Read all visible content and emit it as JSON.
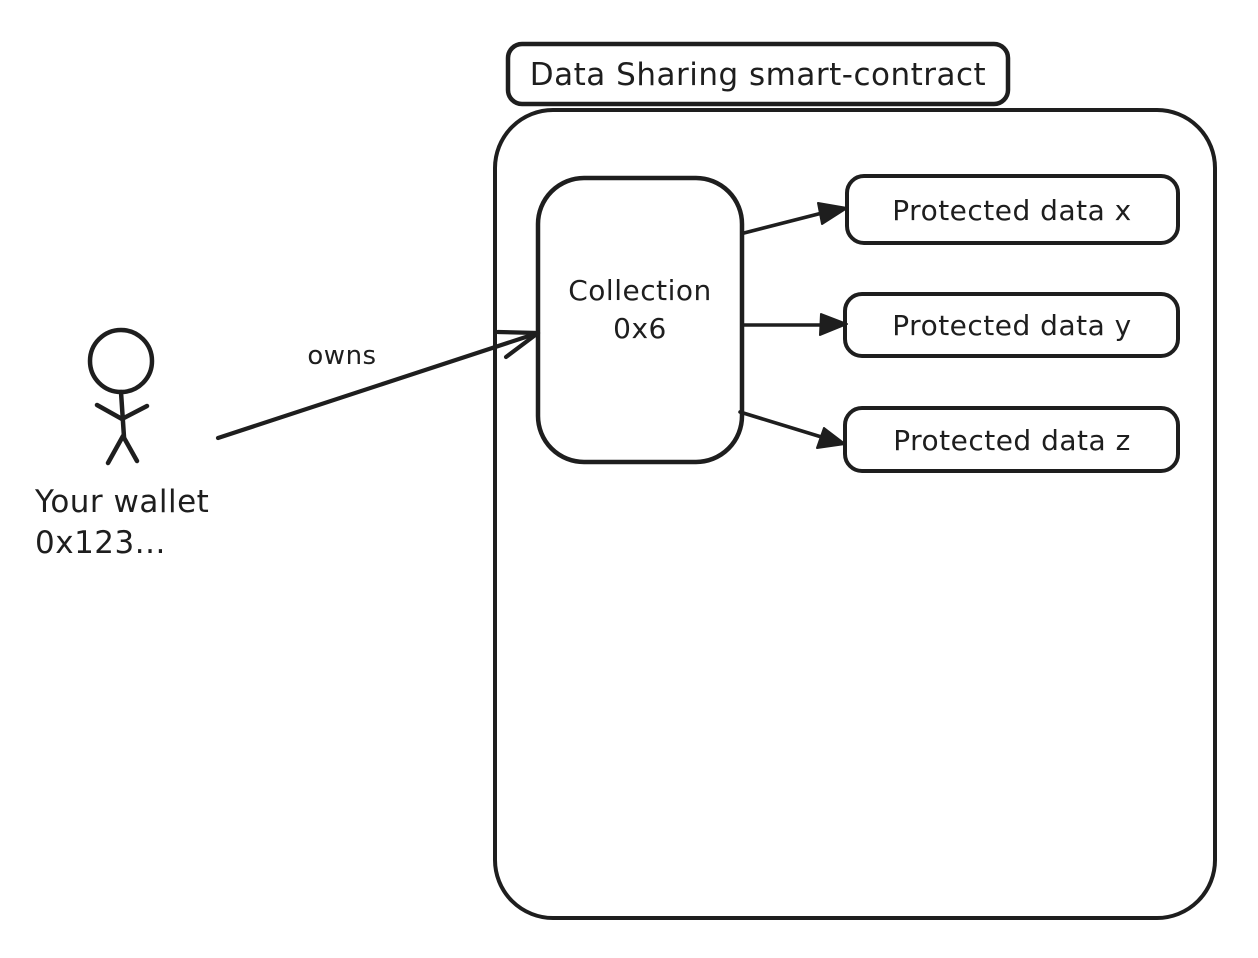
{
  "diagram": {
    "background_color": "#ffffff",
    "stroke_color": "#1e1e1e",
    "title_box": {
      "label": "Data Sharing smart-contract"
    },
    "wallet": {
      "line1": "Your wallet",
      "line2": "0x123..."
    },
    "owns_arrow": {
      "label": "owns"
    },
    "collection_node": {
      "line1": "Collection",
      "line2": "0x6"
    },
    "protected_data_nodes": [
      {
        "label": "Protected data x"
      },
      {
        "label": "Protected data y"
      },
      {
        "label": "Protected data z"
      }
    ]
  }
}
